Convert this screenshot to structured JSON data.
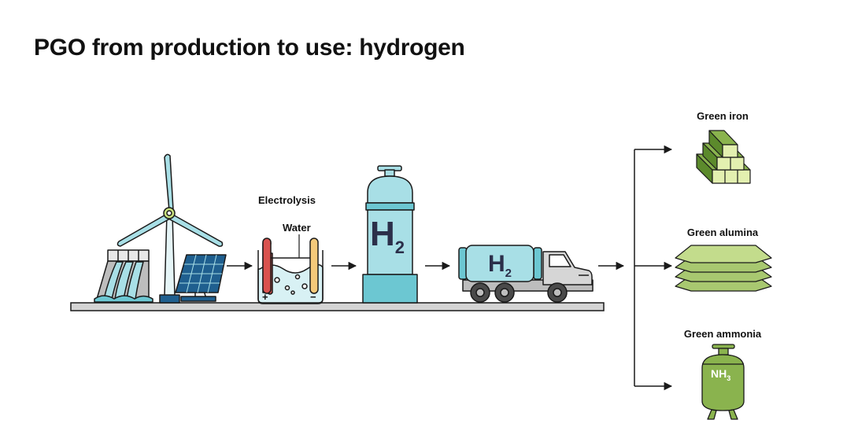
{
  "title": "PGO from production to use: hydrogen",
  "electrolysis": {
    "label": "Electrolysis",
    "water_label": "Water",
    "plus_sign": "+",
    "minus_sign": "−"
  },
  "storage": {
    "formula_main": "H",
    "formula_sub": "2"
  },
  "transport": {
    "formula_main": "H",
    "formula_sub": "2"
  },
  "outputs": {
    "iron": {
      "label": "Green iron"
    },
    "alumina": {
      "label": "Green alumina"
    },
    "ammonia": {
      "label": "Green ammonia",
      "formula_main": "NH",
      "formula_sub": "3"
    }
  },
  "colors": {
    "ground": "#d4d4d4",
    "teal": "#6cc7d2",
    "light_teal": "#a8dfe6",
    "green": "#8ab34e",
    "light_green": "#c9e27e",
    "dark_green": "#5c8a2c",
    "solar_blue": "#1f5f8f",
    "outline": "#1a1a1a"
  }
}
